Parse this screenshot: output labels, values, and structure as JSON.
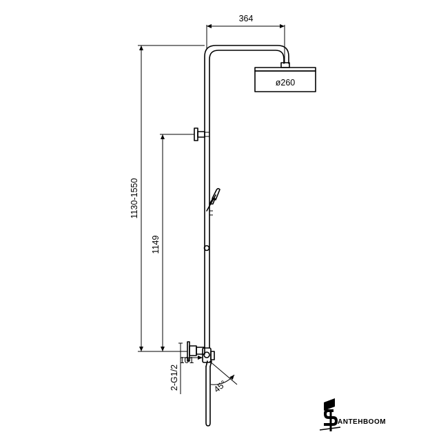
{
  "dimensions": {
    "arm_length": "364",
    "head_diameter": "ø260",
    "total_height": "1130-1550",
    "diverter_height": "1149",
    "offset": "101",
    "connection": "2-G1/2",
    "angle": "45°"
  },
  "logo": {
    "text": "ANTEHBOOM"
  }
}
